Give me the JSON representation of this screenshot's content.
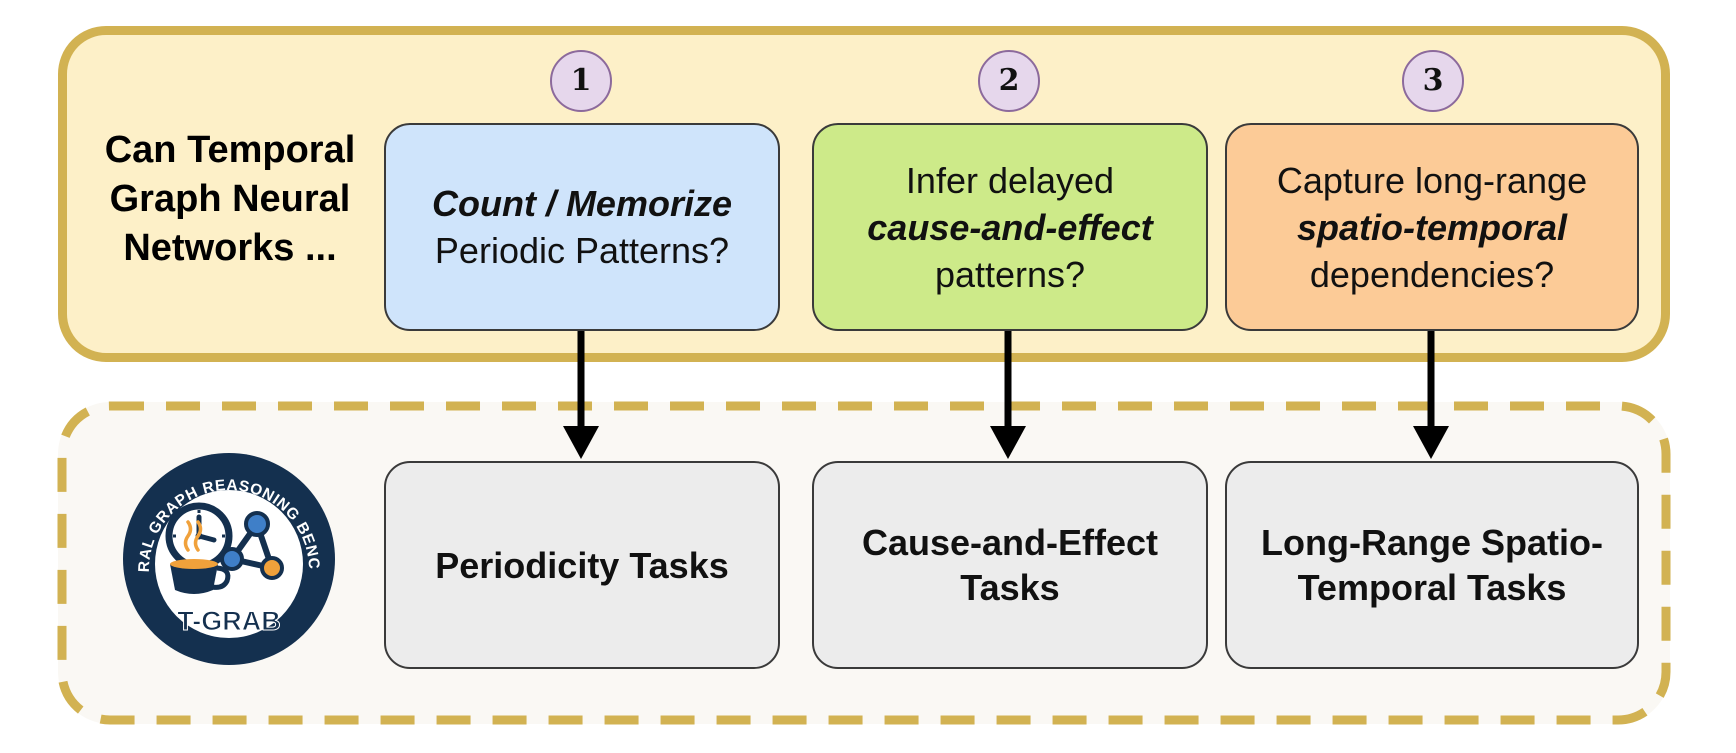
{
  "question": {
    "lines": [
      "Can Temporal",
      "Graph Neural",
      "Networks ..."
    ]
  },
  "steps": [
    "1",
    "2",
    "3"
  ],
  "capabilities": [
    {
      "emph": "Count / Memorize",
      "rest": "Periodic Patterns?"
    },
    {
      "pre": "Infer delayed",
      "emph": "cause-and-effect",
      "post": "patterns?"
    },
    {
      "pre": "Capture long-range",
      "emph": "spatio-temporal",
      "post": "dependencies?"
    }
  ],
  "tasks": [
    {
      "lines": [
        "Periodicity Tasks"
      ]
    },
    {
      "lines": [
        "Cause-and-Effect",
        "Tasks"
      ]
    },
    {
      "lines": [
        "Long-Range Spatio-",
        "Temporal Tasks"
      ]
    }
  ],
  "logo": {
    "ring_text": "TEMPORAL GRAPH REASONING BENCHMARK",
    "name": "T-GRAB",
    "icons": [
      "clock-icon",
      "coffee-cup-icon",
      "graph-network-icon"
    ]
  },
  "colors": {
    "top_panel_fill": "#fdf0c8",
    "panel_border": "#d2b252",
    "bottom_panel_fill": "#faf8f4",
    "box1_fill": "#cfe4fb",
    "box2_fill": "#cdea89",
    "box3_fill": "#fccb97",
    "task_fill": "#ececec",
    "step_fill": "#e6d7ec",
    "logo_navy": "#14304f"
  }
}
